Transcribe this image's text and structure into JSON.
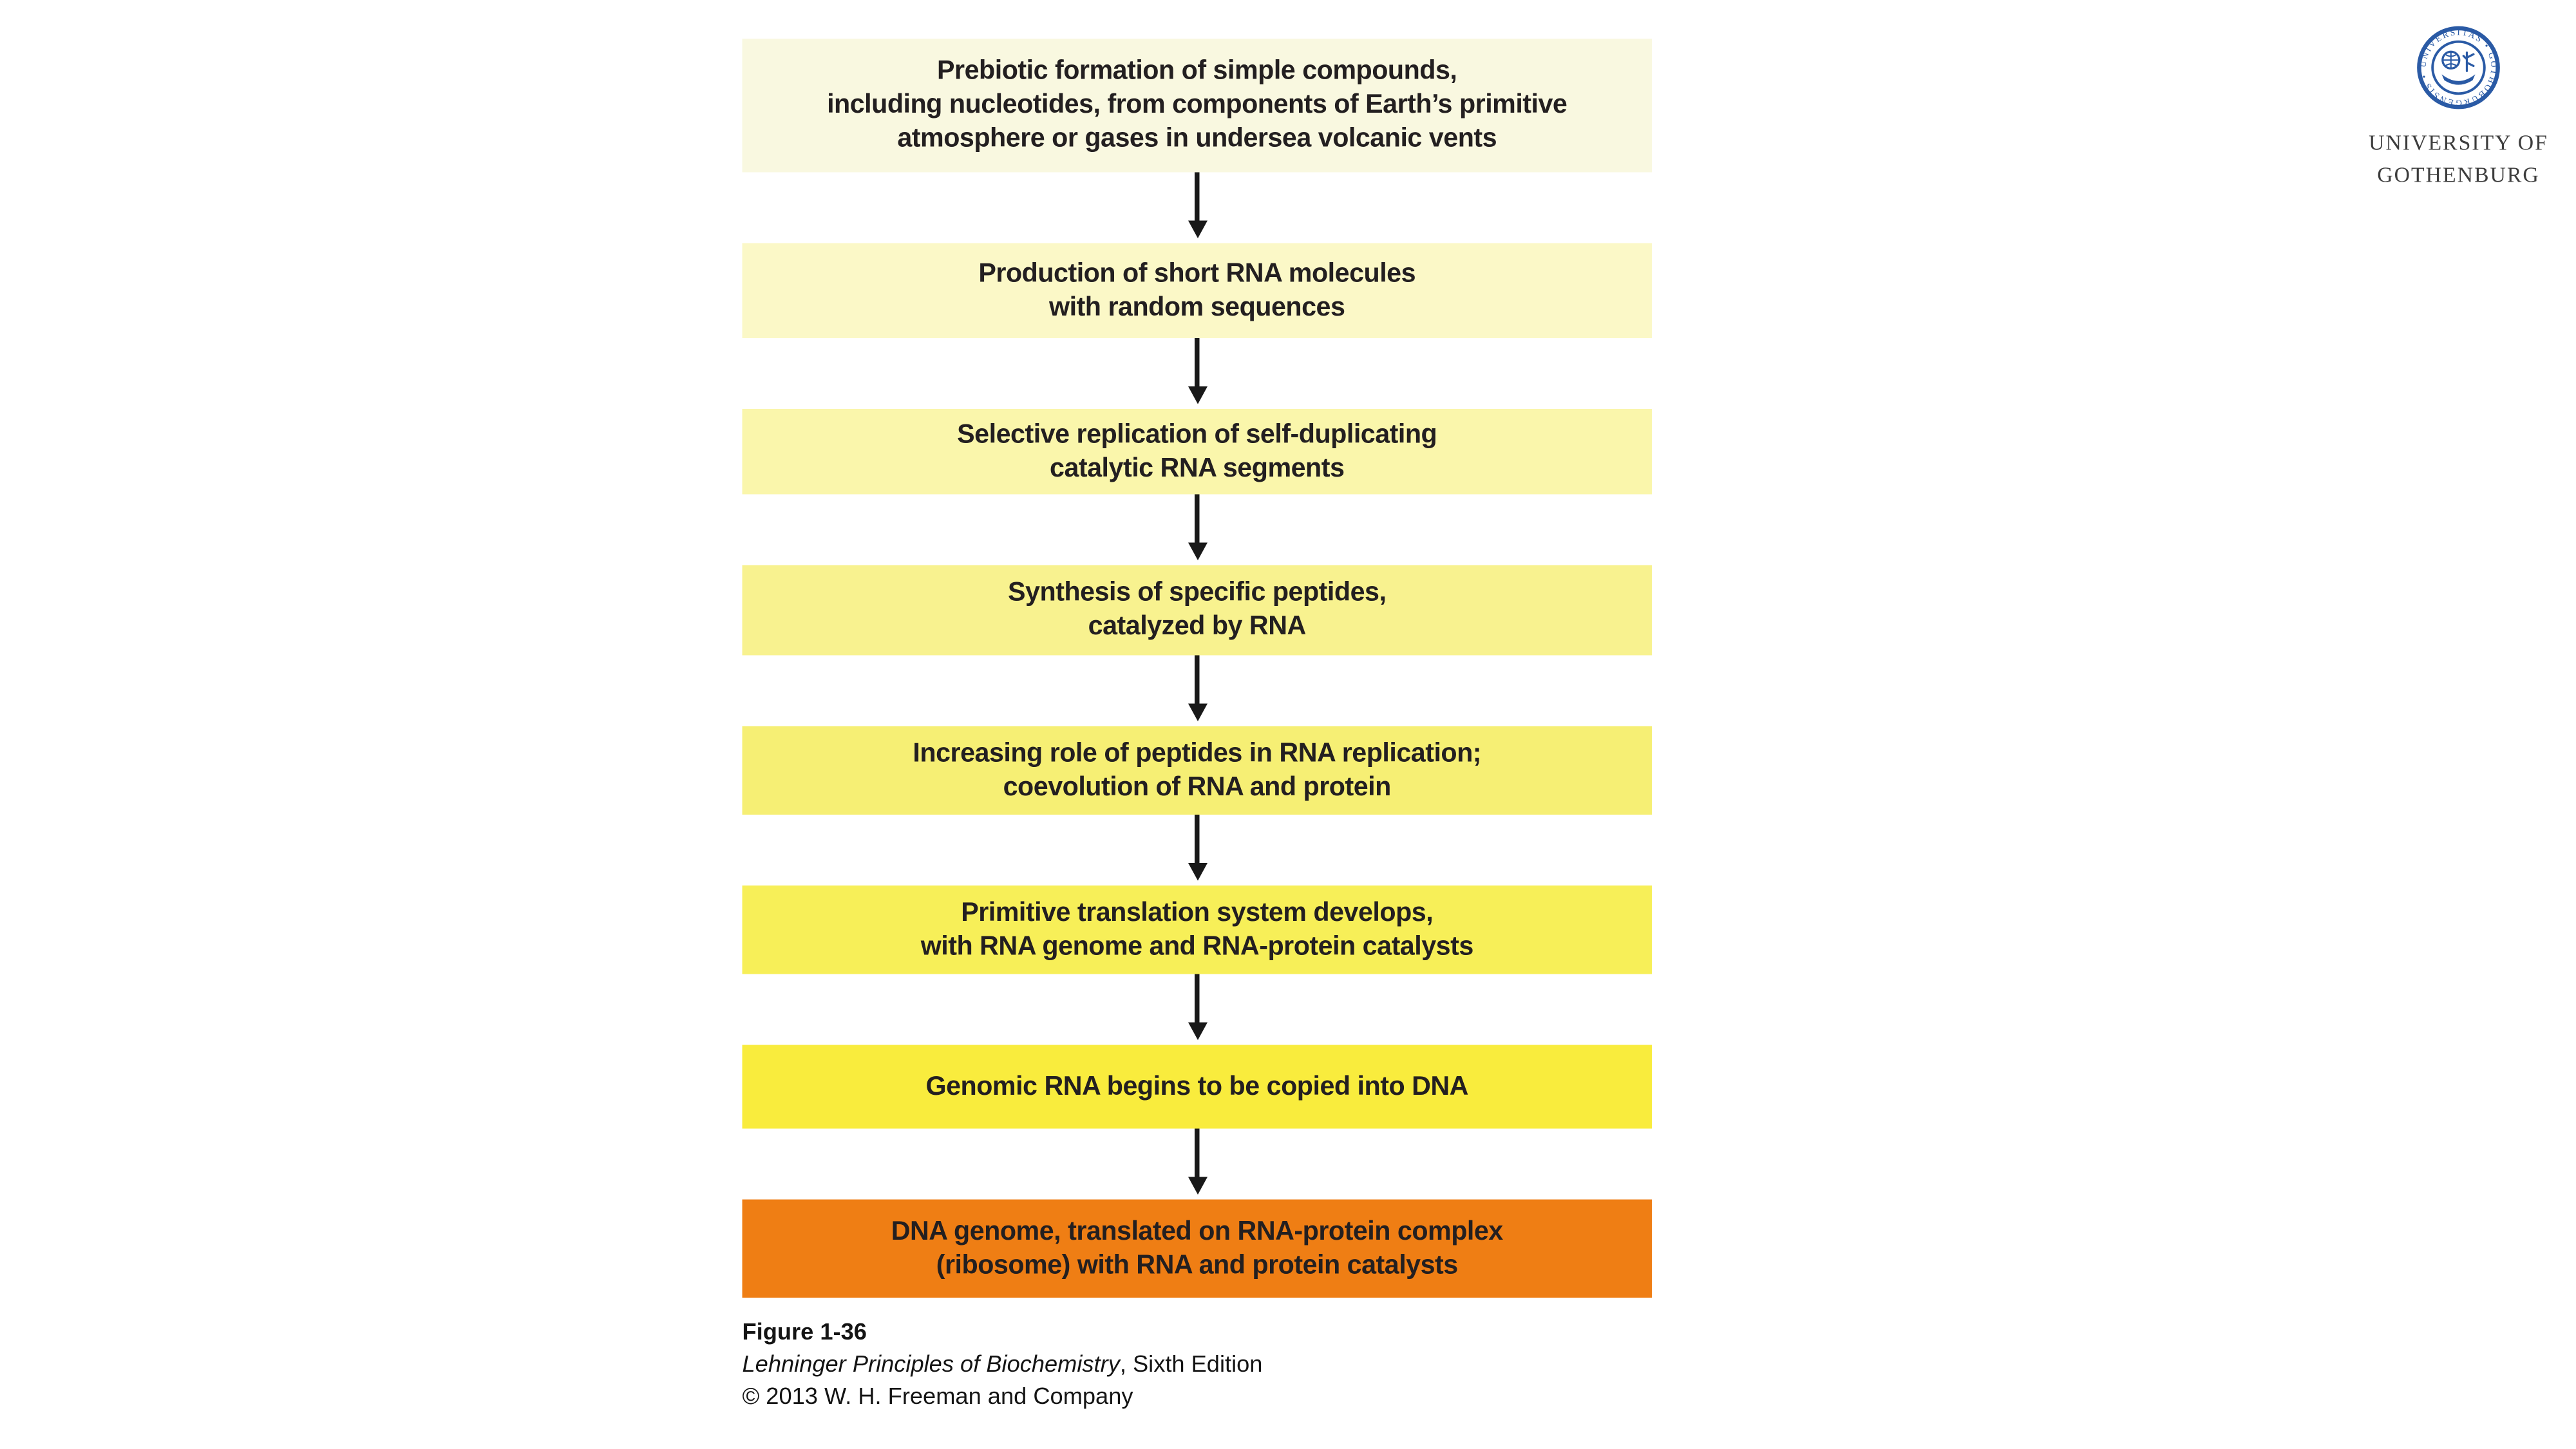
{
  "slide": {
    "background": "#ffffff"
  },
  "logo": {
    "institution_line1": "UNIVERSITY OF",
    "institution_line2": "GOTHENBURG",
    "seal_color": "#2a5aa5",
    "seal_ring_text": "UNIVERSITAS • GOTHOBURGENSIS • 1891",
    "text_color": "#3d3d3d"
  },
  "flowchart": {
    "arrow_color": "#191919",
    "text_color": "#231f20",
    "boxes": [
      {
        "label": "Prebiotic formation of simple compounds,\nincluding nucleotides, from components of Earth’s primitive\natmosphere or gases in undersea volcanic vents",
        "bg": "#f9f8e0"
      },
      {
        "label": "Production of short RNA molecules\nwith random sequences",
        "bg": "#fbf8c7"
      },
      {
        "label": "Selective replication of self-duplicating\ncatalytic RNA segments",
        "bg": "#faf6ab"
      },
      {
        "label": "Synthesis of specific peptides,\ncatalyzed by RNA",
        "bg": "#f8f28f"
      },
      {
        "label": "Increasing role of peptides in RNA replication;\ncoevolution of RNA and protein",
        "bg": "#f6ef74"
      },
      {
        "label": "Primitive translation system develops,\nwith RNA genome and RNA-protein catalysts",
        "bg": "#f7ef58"
      },
      {
        "label": "Genomic RNA begins to be copied into DNA",
        "bg": "#f9ec3d"
      },
      {
        "label": "DNA genome, translated on RNA-protein complex\n(ribosome) with RNA and protein catalysts",
        "bg": "#ef7e14"
      }
    ]
  },
  "caption": {
    "figure": "Figure 1-36",
    "source_italic": "Lehninger Principles of Biochemistry",
    "source_rest": ", Sixth Edition",
    "copyright": "© 2013 W. H. Freeman and Company"
  }
}
